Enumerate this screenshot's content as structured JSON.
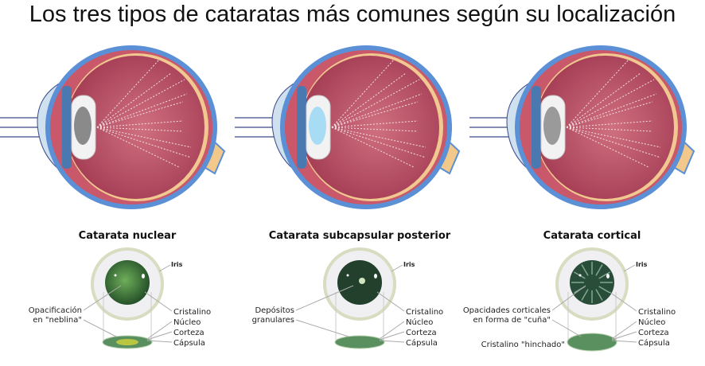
{
  "title": "Los tres tipos de cataratas más comunes según su localización",
  "panels": [
    {
      "heading": "Catarata nuclear",
      "iris": "Iris",
      "left_labels": [
        "Opacificación",
        "en \"neblina\""
      ],
      "right_labels": [
        "Cristalino",
        "Núcleo",
        "Corteza",
        "Cápsula"
      ],
      "lens_color": "#8a8a8a",
      "pupil_color": "#2f6a2f"
    },
    {
      "heading": "Catarata subcapsular posterior",
      "iris": "Iris",
      "left_labels": [
        "Depósitos",
        "granulares"
      ],
      "right_labels": [
        "Cristalino",
        "Núcleo",
        "Corteza",
        "Cápsula"
      ],
      "lens_color": "#a8dcf4",
      "pupil_color": "#22402c"
    },
    {
      "heading": "Catarata cortical",
      "iris": "Iris",
      "left_labels": [
        "Opacidades corticales",
        "en forma de \"cuña\""
      ],
      "extra_label": "Cristalino \"hinchado\"",
      "right_labels": [
        "Cristalino",
        "Núcleo",
        "Corteza",
        "Cápsula"
      ],
      "lens_color": "#9a9a9a",
      "pupil_color": "#2a4d3a"
    }
  ],
  "colors": {
    "sclera": "#5b8fd6",
    "choroid": "#c9586a",
    "vitreous": "#b0455c",
    "retina": "#f0c890",
    "nerve": "#f2c98a",
    "cornea": "#cfe0ee",
    "iris_ring": "#d8dcc0"
  }
}
